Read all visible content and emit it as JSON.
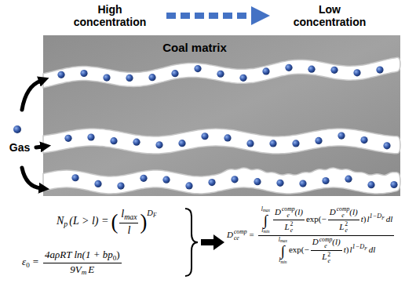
{
  "diagram": {
    "nodes": [
      {
        "text": [
          "Coal matrix"
        ]
      }
    ],
    "labels": [
      "High concentration",
      "Low concentration",
      "Gas",
      "N",
      "p",
      "(L > l) =",
      "(",
      "l",
      "max",
      "l",
      ")",
      "D",
      "F",
      "ε",
      "0",
      "=",
      "4aρRT ln(1 + bp",
      "0",
      ")",
      "9V",
      "m",
      "E",
      "D",
      "comp",
      "ce",
      "=",
      "l",
      "max",
      "∫",
      "l",
      "min",
      "D",
      "comp",
      "e",
      "(l)",
      "L",
      "2",
      "e",
      "exp",
      "(",
      "−",
      "D",
      "comp",
      "e",
      "(l)",
      "L",
      "2",
      "e",
      "t",
      ")",
      "l",
      "1−D",
      "F",
      "dl",
      "l",
      "max",
      "∫",
      "l",
      "min",
      "exp",
      "(",
      "−",
      "D",
      "comp",
      "e",
      "(l)",
      "L",
      "2",
      "e",
      "t",
      ")",
      "l",
      "1−D",
      "F",
      "dl"
    ]
  }
}
